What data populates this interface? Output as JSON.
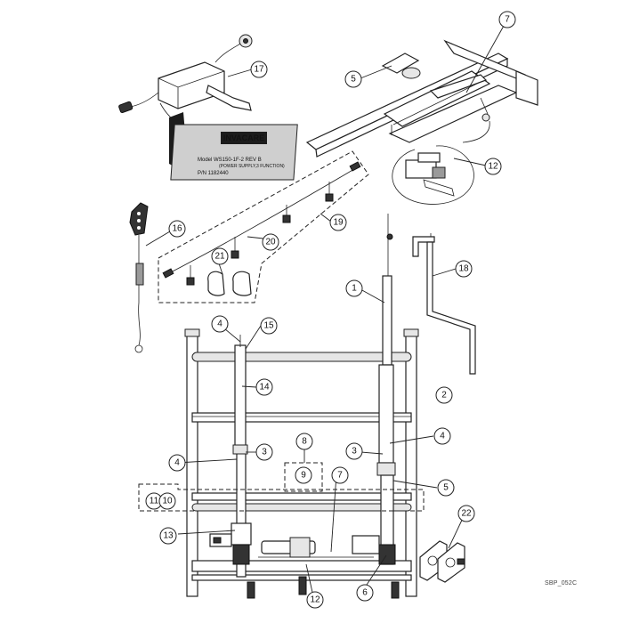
{
  "label": {
    "brand": "INVACARE",
    "model": "Model  WS150-1F-2        REV  B",
    "description": "(POWER SUPPLY,3 FUNCTION)",
    "pn": "P/N      1182440"
  },
  "reference_code": "SBP_052C",
  "callouts": [
    "1",
    "2",
    "3",
    "3",
    "4",
    "4",
    "4",
    "5",
    "5",
    "6",
    "7",
    "7",
    "8",
    "9",
    "10",
    "11",
    "12",
    "12",
    "13",
    "14",
    "15",
    "16",
    "17",
    "18",
    "19",
    "20",
    "21",
    "22"
  ]
}
